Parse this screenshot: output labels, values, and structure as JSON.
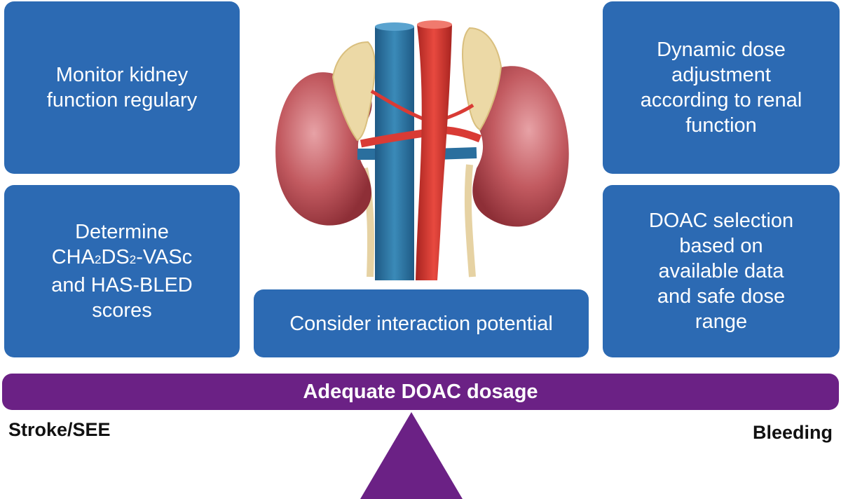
{
  "boxes": {
    "monitor": [
      "Monitor kidney",
      "function regulary"
    ],
    "determine": {
      "line1": "Determine",
      "cha_prefix": "CHA",
      "sub1": "2",
      "cha_mid": "DS",
      "sub2": "2",
      "cha_suffix": "-VASc",
      "line3": "and HAS-BLED",
      "line4": "scores"
    },
    "interaction": "Consider interaction potential",
    "dynamic": [
      "Dynamic dose",
      "adjustment",
      "according to renal",
      "function"
    ],
    "selection": [
      "DOAC selection",
      "based on",
      "available data",
      "and safe dose",
      "range"
    ]
  },
  "beam_label": "Adequate DOAC dosage",
  "left_label": "Stroke/SEE",
  "right_label": "Bleeding",
  "colors": {
    "box_blue": "#2c6ab3",
    "balance_purple": "#6b2185",
    "kidney_red": "#b8484f",
    "artery_red": "#d93b35",
    "vein_blue": "#2a6f9e",
    "adrenal_yellow": "#ecd9a6"
  },
  "illustration": {
    "icon": "kidneys-anatomy-icon"
  }
}
